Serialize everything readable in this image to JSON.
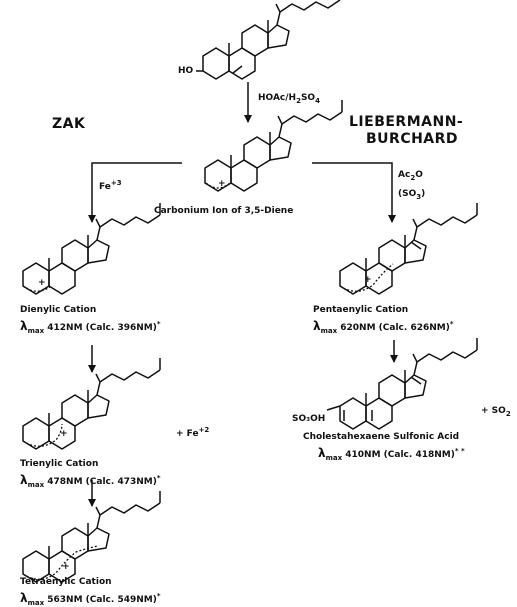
{
  "methods": {
    "left": "ZAK",
    "right_line1": "LIEBERMANN-",
    "right_line2": "BURCHARD"
  },
  "reagents": {
    "top_a": "HOAc/H",
    "top_sub": "2",
    "top_b": "SO",
    "top_sub2": "4",
    "fe3": "Fe",
    "fe3_sup": "+3",
    "fe2": "+ Fe",
    "fe2_sup": "+2",
    "ac2o_a": "Ac",
    "ac2o_sub": "2",
    "ac2o_b": "O",
    "so3_a": "(SO",
    "so3_sub": "3",
    "so3_b": ")",
    "so2": "+ SO",
    "so2_sub": "2"
  },
  "molecules": {
    "start_ho": "HO",
    "center_caption": "Carbonium Ion of 3,5-Diene",
    "sulfonic_group": "SO₃OH",
    "dienyl": {
      "name": "Dienylic Cation",
      "lam": "λ",
      "lam_sub": "max",
      "value": " 412NM (Calc. 396NM)",
      "mark": "*"
    },
    "trienyl": {
      "name": "Trienylic Cation",
      "lam": "λ",
      "lam_sub": "max",
      "value": " 478NM (Calc. 473NM)",
      "mark": "*"
    },
    "tetraenyl": {
      "name": "Tetraenylic Cation",
      "lam": "λ",
      "lam_sub": "max",
      "value": " 563NM (Calc. 549NM)",
      "mark": "*"
    },
    "pentaenyl": {
      "name": "Pentaenylic Cation",
      "lam": "λ",
      "lam_sub": "max",
      "value": " 620NM (Calc. 626NM)",
      "mark": "*"
    },
    "sulfonic": {
      "name": "Cholestahexaene Sulfonic Acid",
      "lam": "λ",
      "lam_sub": "max",
      "value": " 410NM (Calc. 418NM)",
      "mark": "* *"
    }
  },
  "charge_symbol": "+"
}
